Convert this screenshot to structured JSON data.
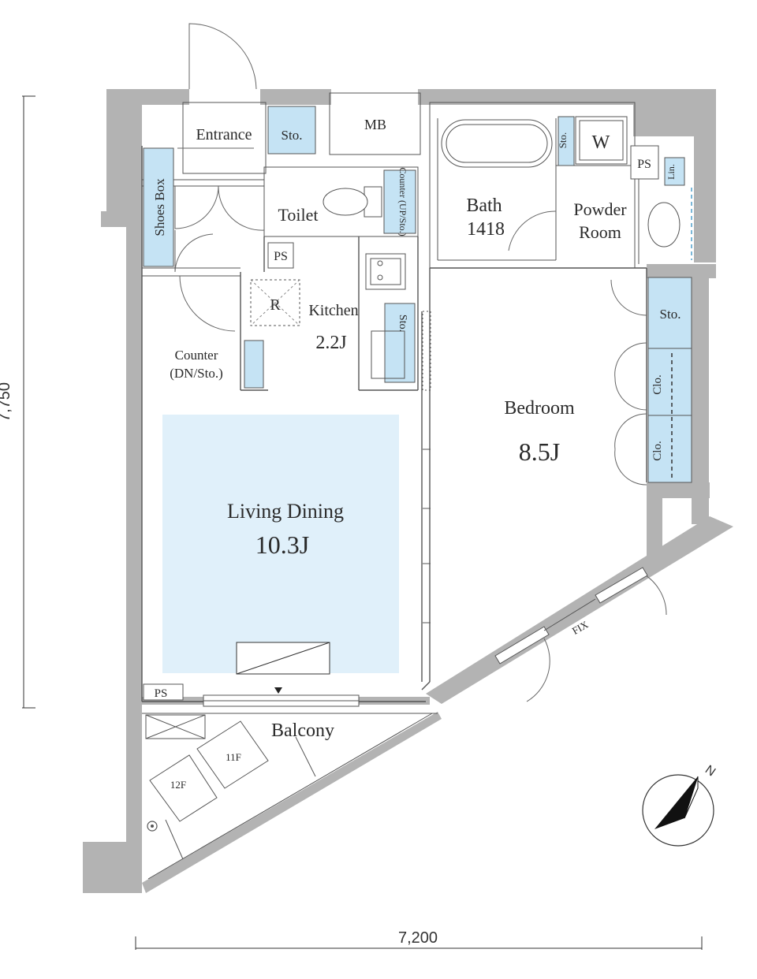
{
  "rooms": {
    "entrance": "Entrance",
    "entrance_sto": "Sto.",
    "mb": "MB",
    "shoes_box": "Shoes Box",
    "toilet": "Toilet",
    "counter_up": "Counter (UP/Sto.)",
    "ps_kitchen": "PS",
    "refrigerator": "R",
    "kitchen": "Kitchen",
    "kitchen_size": "2.2J",
    "kitchen_sto": "Sto.",
    "counter_dn_line1": "Counter",
    "counter_dn_line2": "(DN/Sto.)",
    "bath": "Bath",
    "bath_size": "1418",
    "washer_sto": "Sto.",
    "washer": "W",
    "ps_powder": "PS",
    "linen": "Lin.",
    "powder_line1": "Powder",
    "powder_line2": "Room",
    "bedroom_sto": "Sto.",
    "closet1": "Clo.",
    "closet2": "Clo.",
    "bedroom": "Bedroom",
    "bedroom_size": "8.5J",
    "living": "Living Dining",
    "living_size": "10.3J",
    "ps_balcony": "PS",
    "balcony": "Balcony",
    "floor_11": "11F",
    "floor_12": "12F",
    "fix": "FIX"
  },
  "dimensions": {
    "height": "7,750",
    "width": "7,200"
  },
  "compass": {
    "label": "N"
  },
  "colors": {
    "wall": "#b3b3b3",
    "storage": "#c5e3f4",
    "living_area": "#e0f0fa"
  }
}
